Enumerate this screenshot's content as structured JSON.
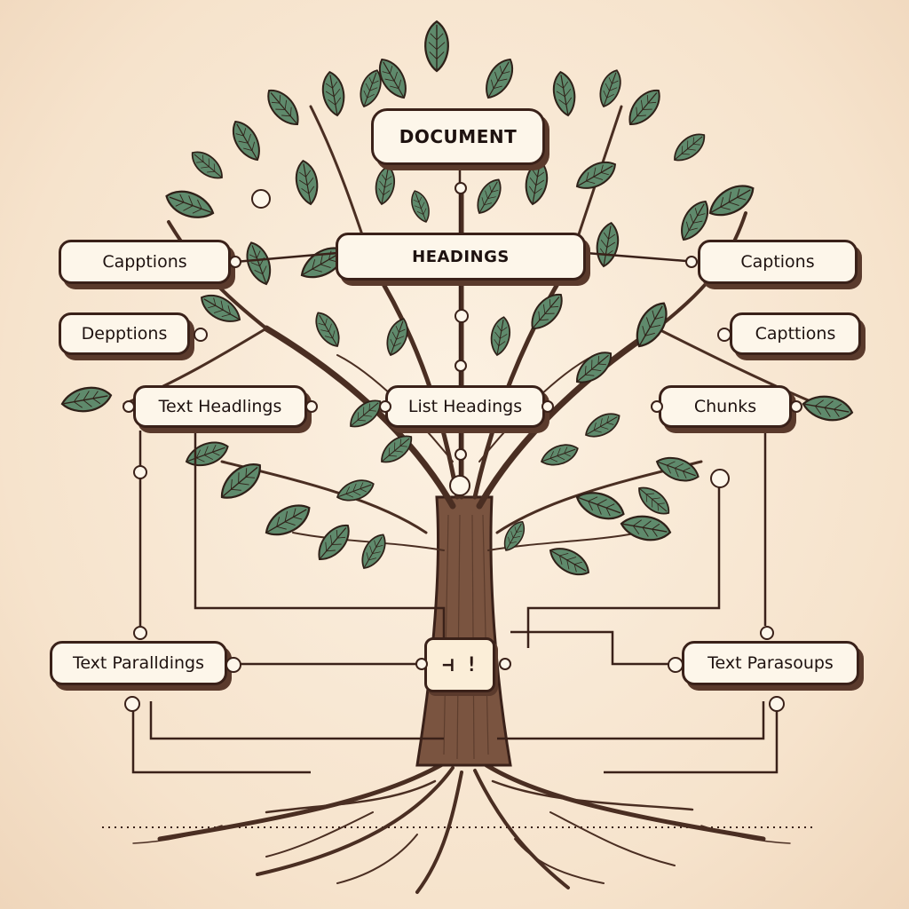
{
  "diagram": {
    "nodes": {
      "document": "DOCUMENT",
      "headings": "HEADINGS",
      "captions_left": "Capptions",
      "captions_right": "Captions",
      "deptions": "Depptions",
      "captions_right_2": "Capttions",
      "text_headings": "Text Headlings",
      "list_headings": "List Headings",
      "chunks": "Chunks",
      "text_parallings": "Text Paralldings",
      "text_parasoups": "Text Parasoups"
    },
    "trunk_glyph": "⊣ !"
  },
  "colors": {
    "background": "#f8e8d4",
    "outline": "#3a2119",
    "leaf_fill": "#5f8a6c",
    "trunk": "#6e4a36",
    "node_fill": "#fdf6ea"
  }
}
